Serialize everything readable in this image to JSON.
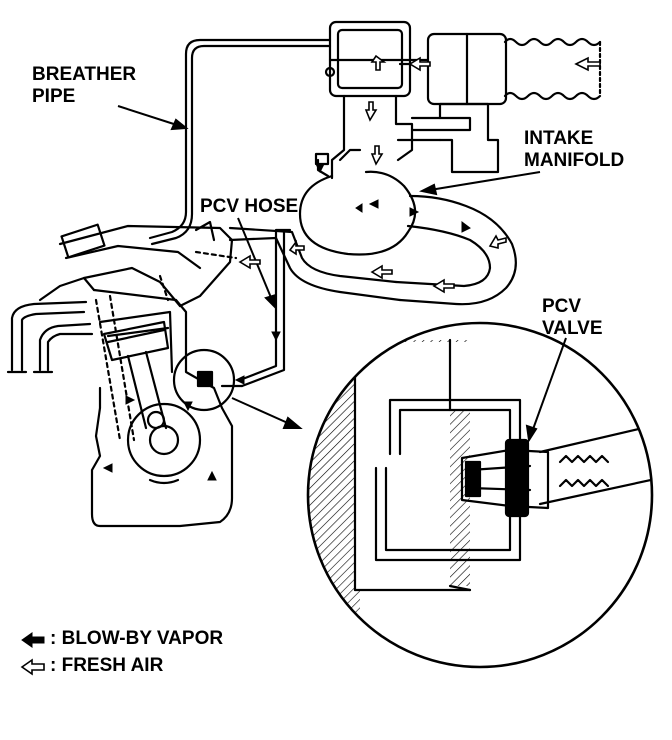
{
  "labels": {
    "breather_pipe_line1": "BREATHER",
    "breather_pipe_line2": "PIPE",
    "intake_manifold_line1": "INTAKE",
    "intake_manifold_line2": "MANIFOLD",
    "pcv_hose": "PCV HOSE",
    "pcv_valve_line1": "PCV",
    "pcv_valve_line2": "VALVE"
  },
  "legend": {
    "blow_by": ": BLOW-BY VAPOR",
    "fresh_air": ": FRESH AIR"
  },
  "colors": {
    "ink": "#000000",
    "paper": "#ffffff"
  }
}
